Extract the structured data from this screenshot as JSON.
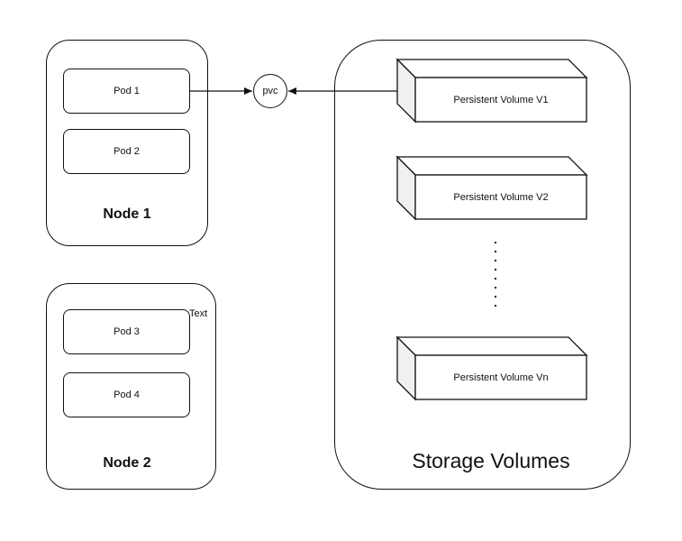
{
  "nodes": [
    {
      "label": "Node 1",
      "pods": [
        "Pod 1",
        "Pod 2"
      ]
    },
    {
      "label": "Node 2",
      "pods": [
        "Pod 3",
        "Pod 4"
      ]
    }
  ],
  "pvc": {
    "label": "pvc"
  },
  "free_text": "Text",
  "storage": {
    "label": "Storage Volumes",
    "volumes": [
      "Persistent Volume V1",
      "Persistent Volume V2",
      "Persistent Volume Vn"
    ]
  },
  "colors": {
    "stroke": "#111111",
    "fill": "#ffffff"
  }
}
